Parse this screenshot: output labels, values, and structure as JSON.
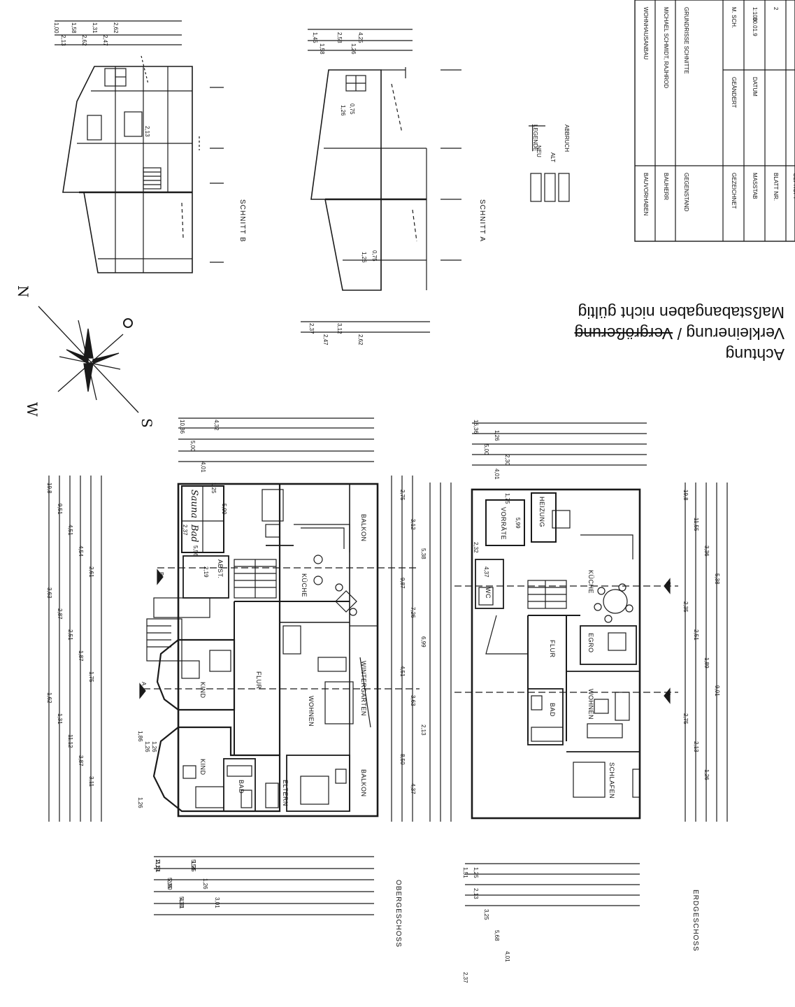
{
  "notice": {
    "line1": "Achtung",
    "line2_a": "Verkleinerung / ",
    "line2_b": "Vergrößerung",
    "line3": "Maßstabangaben nicht gültig"
  },
  "title_block": {
    "rows": [
      {
        "label": "BAUVORHABEN",
        "value": "WOHNHAUSANBAU"
      },
      {
        "label": "BAUHERR",
        "value": "MICHAEL SCHMIDT, RAJHROD"
      },
      {
        "label": "GEGENSTAND",
        "value": "GRUNDRISSE SCHNITTE"
      },
      {
        "label": "GEZEICHNET",
        "value": "M. SCH.",
        "extra_label": "GEÄNDERT"
      },
      {
        "label": "MASSTAB",
        "value": "1:100",
        "extra_label": "DATUM",
        "extra_value": "30.01.9"
      },
      {
        "label": "BLATT NR.",
        "value": "2"
      },
      {
        "label": "GEPRÜFT",
        "value": ""
      }
    ]
  },
  "legend": {
    "title": "LEGENDE",
    "items": [
      "NEU",
      "ALT",
      "ABBRUCH"
    ]
  },
  "compass": {
    "n": "N",
    "o": "O",
    "s": "S",
    "w": "W"
  },
  "sections": {
    "b_label": "SCHNITT B",
    "a_label": "SCHNITT A",
    "b_dims": [
      "1,00",
      "2,13",
      "1,58",
      "2,62",
      "1,31",
      "2,47",
      "2,62"
    ],
    "a_dims": [
      "1,45",
      "2,58",
      "4,25",
      "1,58",
      "1,26",
      "2,37",
      "3,12",
      "2,47",
      "2,62"
    ],
    "inner_labels": [
      "2,13",
      "1,26",
      "0,75",
      "1,26",
      "0,75"
    ]
  },
  "upper_floor": {
    "name": "OBERGESCHOSS",
    "rooms": [
      "BALKON",
      "KÜCHE",
      "ABST.",
      "FLUR",
      "KIND",
      "WOHNEN",
      "WINTERGARTEN",
      "KIND",
      "BAD",
      "ELTERN",
      "BALKON"
    ],
    "sauna_words": [
      "Bad",
      "Sauna"
    ],
    "section_marks": [
      "B",
      "A"
    ],
    "left_dims": [
      "19,8",
      "9,51",
      "4,51",
      "4,54",
      "2,61",
      "3,63",
      "2,87",
      "2,51",
      "1,87",
      "1,75",
      "1,62",
      "1,31",
      "11,12",
      "3,87",
      "3,11"
    ],
    "mid_dims": [
      "2,75",
      "3,12",
      "5,38",
      "9,87",
      "7,26",
      "6,99",
      "4,51",
      "3,63",
      "2,13",
      "8,50",
      "4,37"
    ],
    "top_dims": [
      "10,36",
      "5,00",
      "4,01",
      "1,25",
      "5,99",
      "2,37",
      "5,56",
      "2,19",
      "4,32"
    ],
    "bottom_dims": [
      "11,61",
      "5,05",
      "5,30",
      "5,56",
      "1,26",
      "3,01",
      "2,19",
      "2,90",
      "4,01",
      "1,25"
    ],
    "bay_dims": [
      "1,86",
      "1,26",
      "1,26",
      "1,26"
    ]
  },
  "ground_floor": {
    "name": "ERDGESCHOSS",
    "rooms": [
      "VORRÄTE",
      "HEIZUNG",
      "KÜCHE",
      "WC",
      "FLUR",
      "BAD",
      "WOHNEN",
      "EGRO",
      "SCHLAFEN"
    ],
    "section_marks": [
      "B",
      "A"
    ],
    "right_dims": [
      "19,8",
      "11,55",
      "3,36",
      "5,38",
      "2,35",
      "2,51",
      "1,89",
      "9,01",
      "2,75",
      "2,13",
      "1,26"
    ],
    "top_dims": [
      "16,36",
      "5,00",
      "4,01",
      "1,75",
      "5,99",
      "2,32",
      "4,37",
      "1,26",
      "2,30"
    ],
    "bottom_dims": [
      "1,51",
      "2,13",
      "3,25",
      "5,68",
      "4,01",
      "2,37",
      "1,25"
    ]
  },
  "colors": {
    "ink": "#1a1a1a",
    "paper": "#ffffff"
  }
}
